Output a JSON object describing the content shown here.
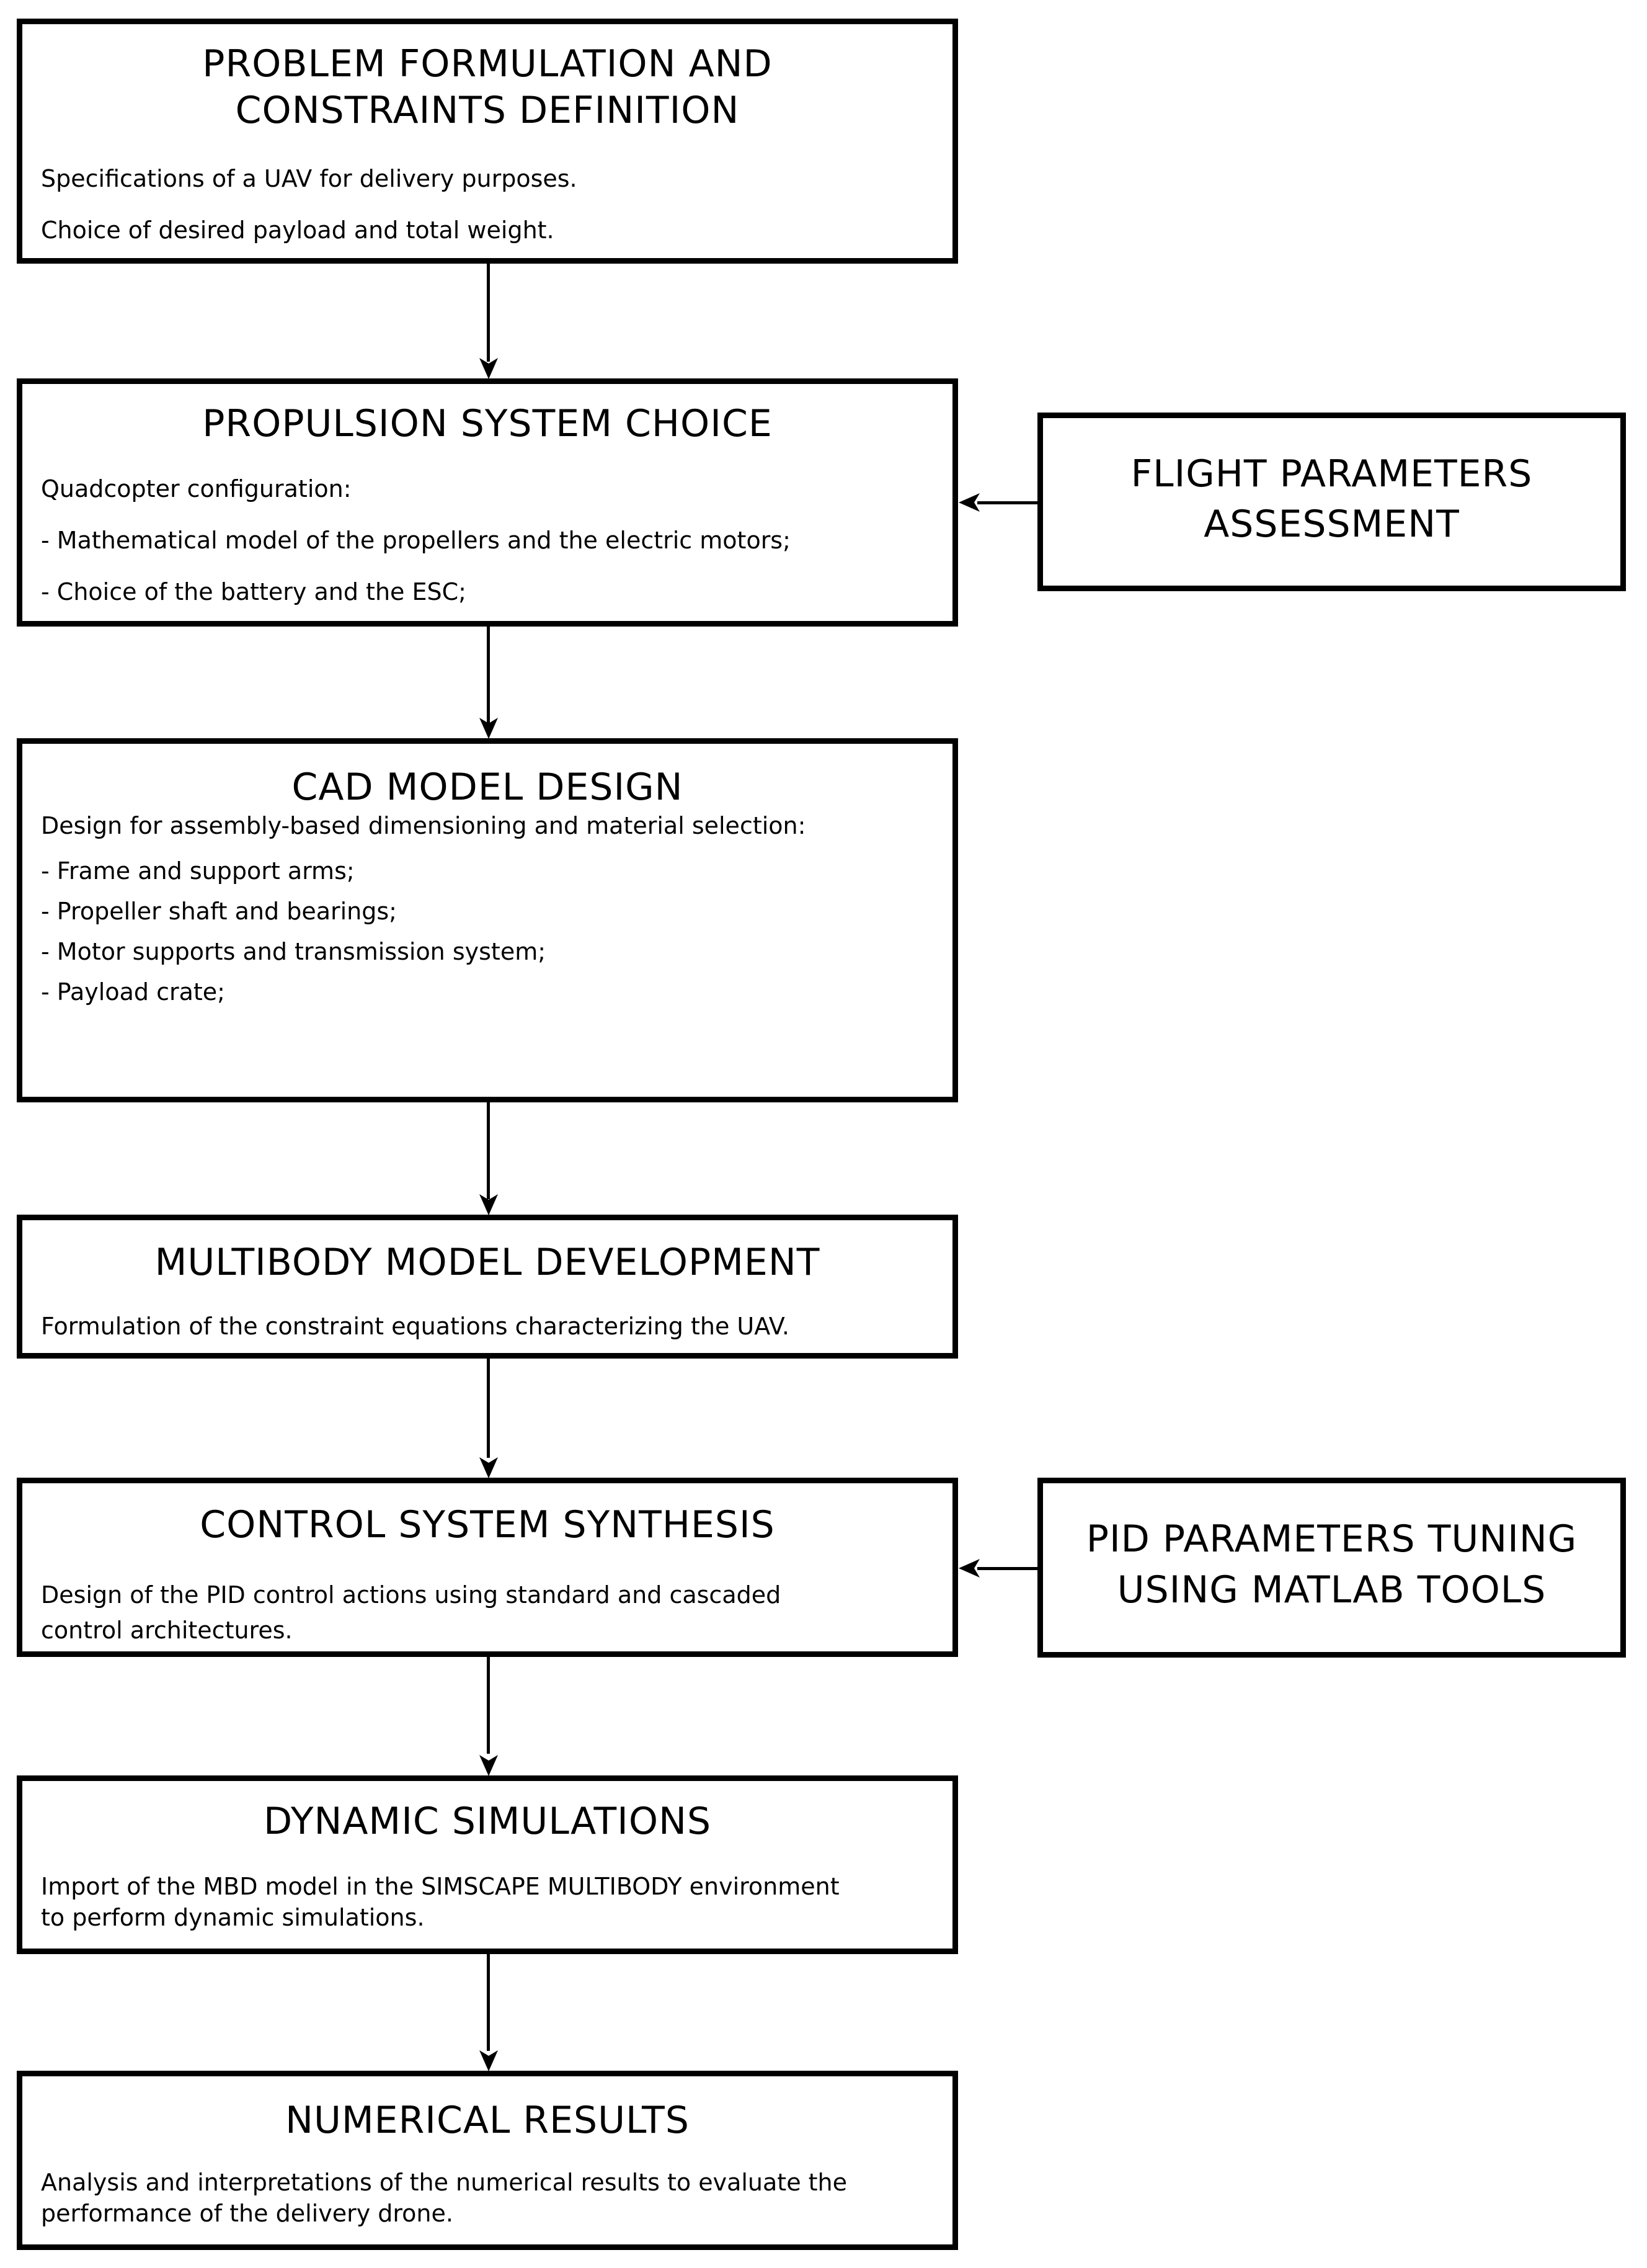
{
  "diagram": {
    "colors": {
      "line": "#000000",
      "background": "#ffffff",
      "text": "#000000"
    },
    "main_boxes": [
      {
        "title_lines": [
          "PROBLEM FORMULATION AND",
          "CONSTRAINTS DEFINITION"
        ],
        "body_lines": [
          "Specifications of a UAV for delivery purposes.",
          "Choice of desired payload and total weight."
        ]
      },
      {
        "title_lines": [
          "PROPULSION SYSTEM CHOICE"
        ],
        "body_lines": [
          "Quadcopter configuration:",
          "- Mathematical model of the propellers and the electric motors;",
          "- Choice of the battery and the ESC;"
        ]
      },
      {
        "title_lines": [
          "CAD MODEL DESIGN"
        ],
        "body_lines": [
          "Design for assembly-based dimensioning and material selection:",
          "- Frame and support arms;",
          "- Propeller shaft and bearings;",
          "- Motor supports and transmission system;",
          "- Payload crate;"
        ]
      },
      {
        "title_lines": [
          "MULTIBODY MODEL DEVELOPMENT"
        ],
        "body_lines": [
          "Formulation of the constraint equations characterizing the UAV."
        ]
      },
      {
        "title_lines": [
          "CONTROL SYSTEM SYNTHESIS"
        ],
        "body_lines": [
          "Design of the PID control actions using standard and cascaded",
          "control architectures."
        ]
      },
      {
        "title_lines": [
          "DYNAMIC SIMULATIONS"
        ],
        "body_lines": [
          "Import of the MBD model in the SIMSCAPE MULTIBODY environment",
          "to perform dynamic simulations."
        ]
      },
      {
        "title_lines": [
          "NUMERICAL RESULTS"
        ],
        "body_lines": [
          "Analysis and interpretations of the numerical results to evaluate the",
          "performance of the delivery drone."
        ]
      }
    ],
    "side_boxes": [
      {
        "title_lines": [
          "FLIGHT PARAMETERS",
          "ASSESSMENT"
        ]
      },
      {
        "title_lines": [
          "PID PARAMETERS TUNING",
          "USING MATLAB TOOLS"
        ]
      }
    ]
  }
}
